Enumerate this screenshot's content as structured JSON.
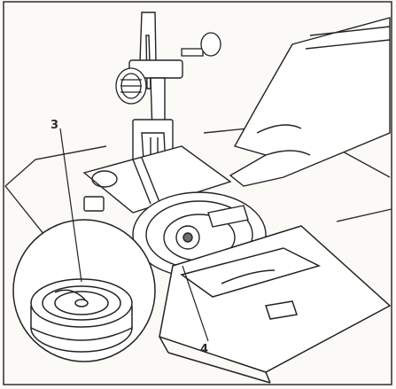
{
  "figure": {
    "callouts": [
      {
        "id": "3",
        "label": "3"
      },
      {
        "id": "4",
        "label": "4"
      }
    ],
    "colors": {
      "background": "#fbfaf6",
      "frame": "#2e2e2e",
      "ink": "#232323",
      "light_ink": "#6d6d6d",
      "fill": "#ffffff"
    }
  }
}
